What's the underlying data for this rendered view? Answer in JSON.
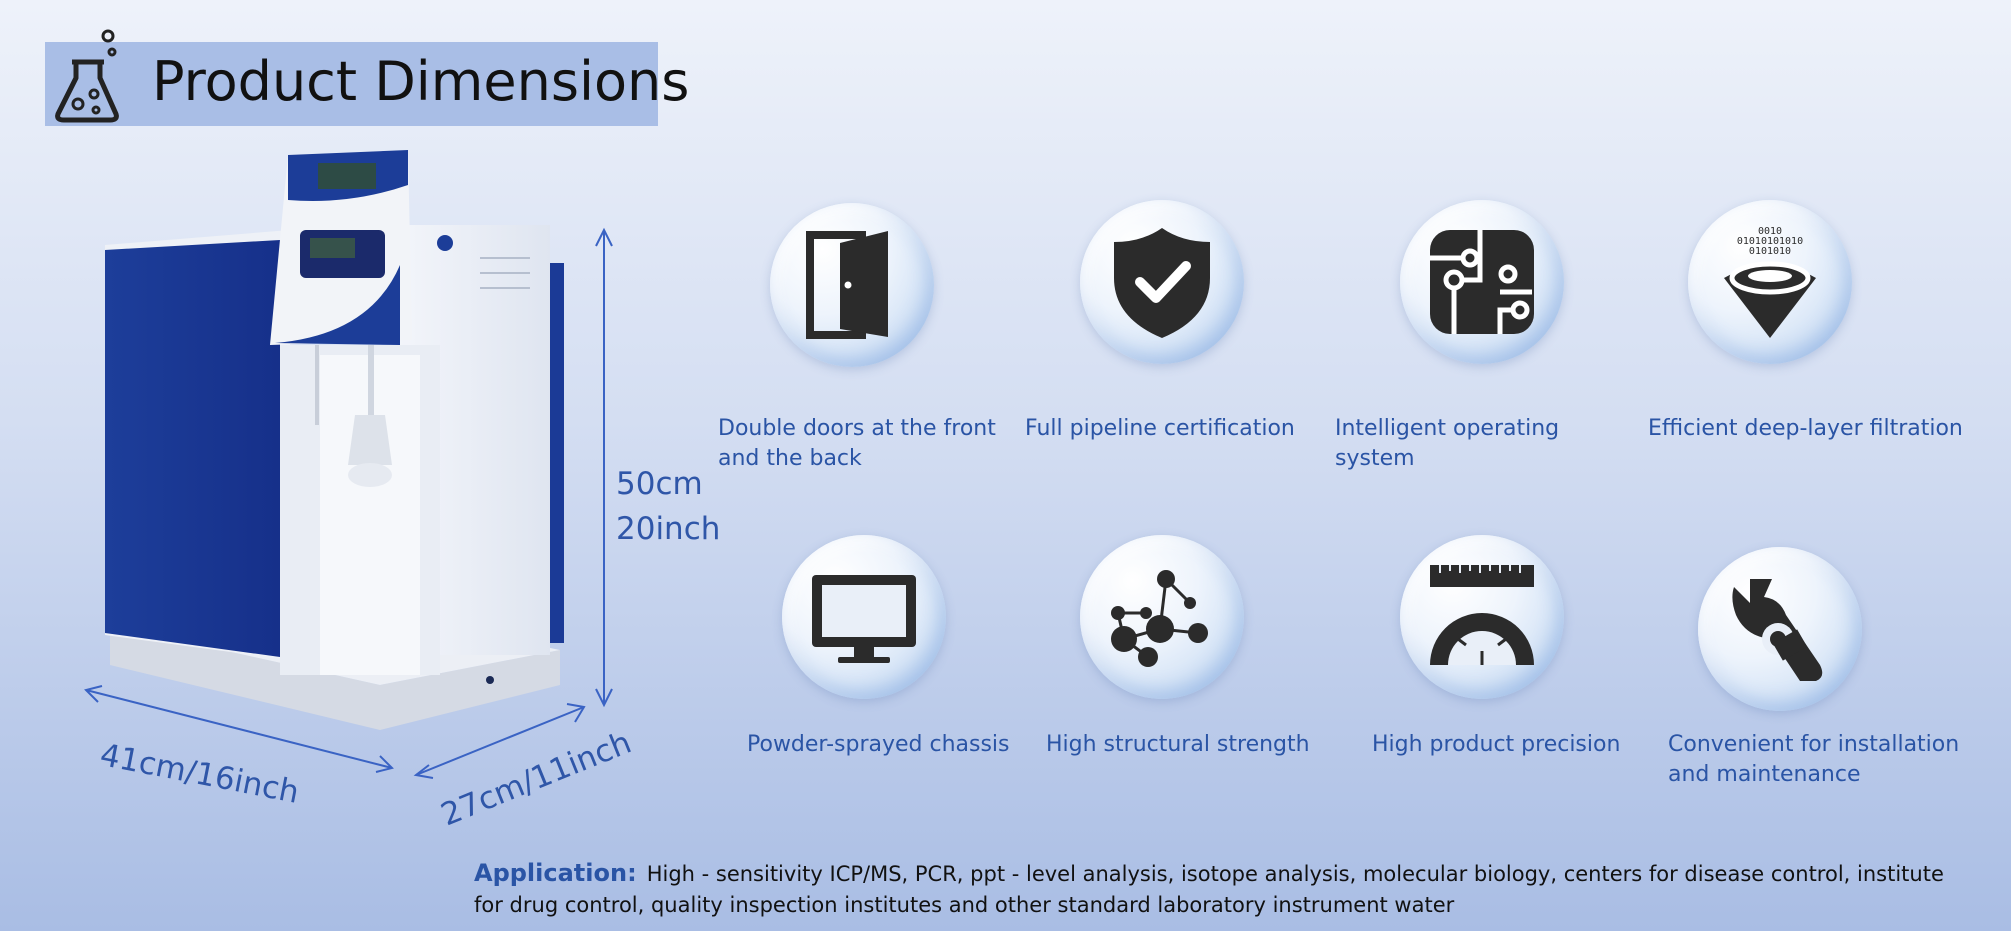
{
  "title": "Product Dimensions",
  "icons": {
    "title": "flask-icon",
    "product": "water-purifier-image"
  },
  "dimensions": {
    "height_cm": "50cm",
    "height_inch": "20inch",
    "width": "41cm/16inch",
    "depth": "27cm/11inch"
  },
  "features": [
    {
      "label": "Double doors at the front and the back",
      "icon": "door-icon"
    },
    {
      "label": "Full pipeline certification",
      "icon": "shield-check-icon"
    },
    {
      "label": "Intelligent operating system",
      "icon": "circuit-chip-icon"
    },
    {
      "label": "Efficient deep-layer filtration",
      "icon": "filter-funnel-icon"
    },
    {
      "label": "Powder-sprayed chassis",
      "icon": "monitor-icon"
    },
    {
      "label": "High structural strength",
      "icon": "molecule-icon"
    },
    {
      "label": "High product precision",
      "icon": "protractor-icon"
    },
    {
      "label": "Convenient for installation and maintenance",
      "icon": "wrench-gear-icon"
    }
  ],
  "application": {
    "label": "Application:",
    "text": "High - sensitivity ICP/MS, PCR, ppt - level analysis, isotope analysis, molecular biology, centers for disease control, institute for drug control, quality inspection institutes and other standard laboratory instrument water"
  },
  "colors": {
    "accent": "#2a54a5",
    "title_band": "#a9bee6",
    "device_blue": "#1f3f9c",
    "icon_dark": "#2b2b2b"
  }
}
